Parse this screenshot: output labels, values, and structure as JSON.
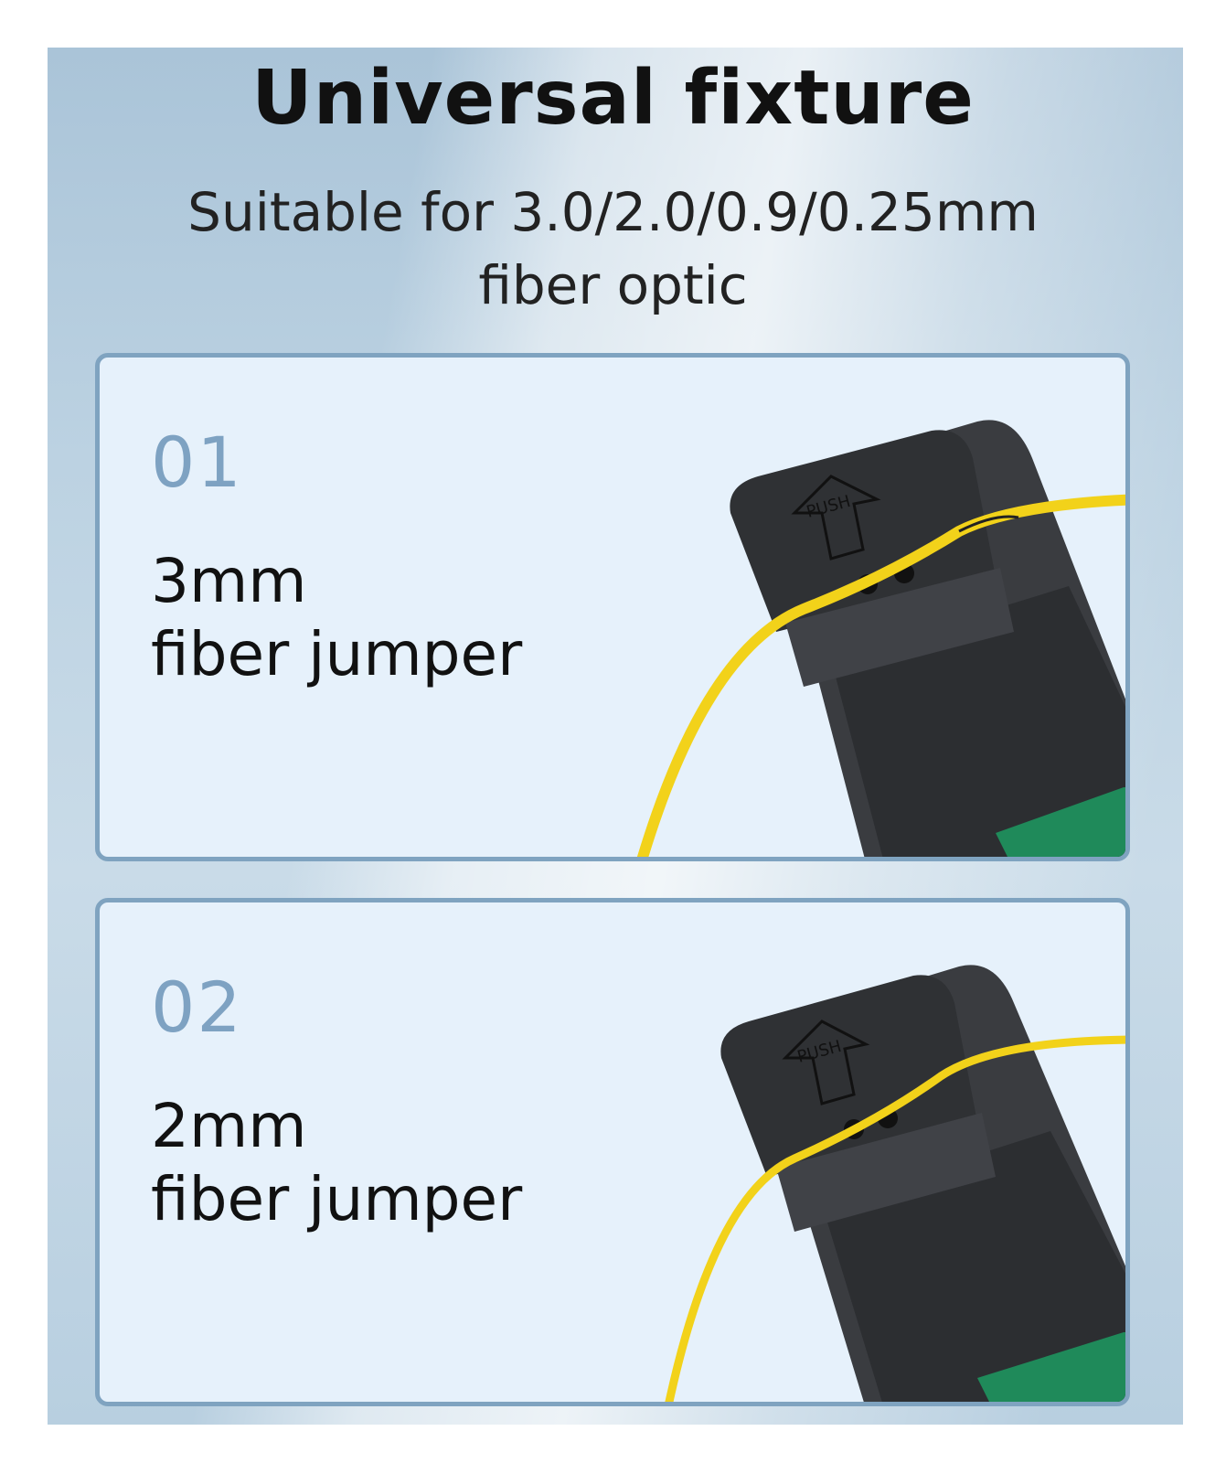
{
  "header": {
    "title": "Universal fixture",
    "subtitle_line1": "Suitable for 3.0/2.0/0.9/0.25mm",
    "subtitle_line2": "fiber optic"
  },
  "panels": [
    {
      "number": "01",
      "line1": "3mm",
      "line2": "fiber jumper",
      "push_label": "PUSH"
    },
    {
      "number": "02",
      "line1": "2mm",
      "line2": "fiber jumper",
      "push_label": "PUSH"
    }
  ],
  "colors": {
    "background": "#bcd2e2",
    "panel_fill": "#e6f1fb",
    "panel_border": "#7fa3c0",
    "number": "#7ea2c2",
    "device_body": "#3a3c40",
    "fiber": "#f2d21a",
    "screen": "#1f8a5a"
  }
}
